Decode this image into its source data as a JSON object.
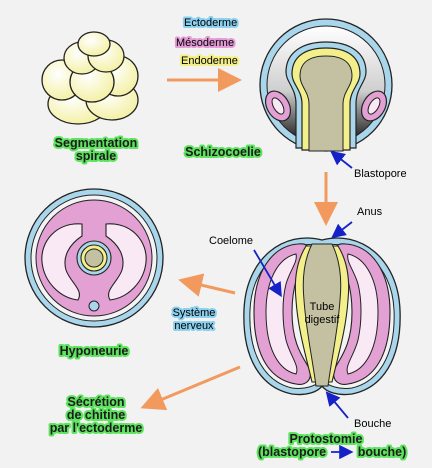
{
  "legend": {
    "ectoderm": "Ectoderme",
    "mesoderm": "Mésoderme",
    "endoderm": "Endoderme"
  },
  "labels": {
    "segmentation_1": "Segmentation",
    "segmentation_2": "spirale",
    "schizocoelie": "Schizocoelie",
    "blastopore": "Blastopore",
    "anus": "Anus",
    "coelome": "Coelome",
    "tube_1": "Tube",
    "tube_2": "digestif",
    "systeme_1": "Système",
    "systeme_2": "nerveux",
    "hyponeurie": "Hyponeurie",
    "secretion_1": "Sécrétion",
    "secretion_2": "de chitine",
    "secretion_3": "par l'ectoderme",
    "bouche": "Bouche",
    "protostomie_1": "Protostomie",
    "protostomie_2a": "(blastopore",
    "protostomie_2b": "bouche)"
  },
  "colors": {
    "ectoderm": "#a9d6ea",
    "mesoderm": "#e3a1d3",
    "endoderm": "#f3ef8a",
    "arrow": "#f29a5e",
    "pointer": "#1522c8",
    "tube": "#c3c1a2",
    "coelom": "#f8e9f5"
  }
}
